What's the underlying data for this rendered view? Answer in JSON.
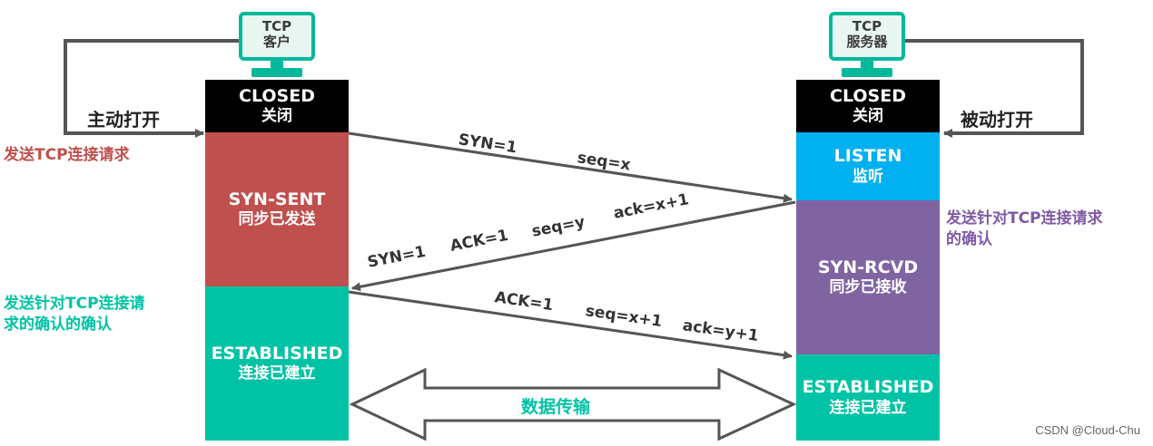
{
  "client": {
    "monitor_line1": "TCP",
    "monitor_line2": "客户",
    "open_label": "主动打开",
    "closed": {
      "en": "CLOSED",
      "zh": "关闭"
    },
    "syn_sent": {
      "en": "SYN-SENT",
      "zh": "同步已发送"
    },
    "established": {
      "en": "ESTABLISHED",
      "zh": "连接已建立"
    },
    "note_send_request": "发送TCP连接请求",
    "note_ack_confirm_line1": "发送针对TCP连接请",
    "note_ack_confirm_line2": "求的确认的确认"
  },
  "server": {
    "monitor_line1": "TCP",
    "monitor_line2": "服务器",
    "open_label": "被动打开",
    "closed": {
      "en": "CLOSED",
      "zh": "关闭"
    },
    "listen": {
      "en": "LISTEN",
      "zh": "监听"
    },
    "syn_rcvd": {
      "en": "SYN-RCVD",
      "zh": "同步已接收"
    },
    "established": {
      "en": "ESTABLISHED",
      "zh": "连接已建立"
    },
    "note_ack_request_line1": "发送针对TCP连接请求",
    "note_ack_request_line2": "的确认"
  },
  "messages": {
    "m1_syn": "SYN=1",
    "m1_seq": "seq=x",
    "m2_syn": "SYN=1",
    "m2_ack": "ACK=1",
    "m2_seq": "seq=y",
    "m2_ackno": "ack=x+1",
    "m3_ack": "ACK=1",
    "m3_seq": "seq=x+1",
    "m3_ackno": "ack=y+1"
  },
  "data_transfer": "数据传输",
  "watermark": "CSDN @Cloud-Chu",
  "colors": {
    "closed": "#000000",
    "syn_sent": "#c0504d",
    "established": "#00c3a5",
    "listen": "#00b0f0",
    "syn_rcvd": "#8064a2",
    "note_red": "#c0504d",
    "note_teal": "#00c3a5",
    "note_purple": "#7f5aa6",
    "monitor": "#00b99a"
  }
}
